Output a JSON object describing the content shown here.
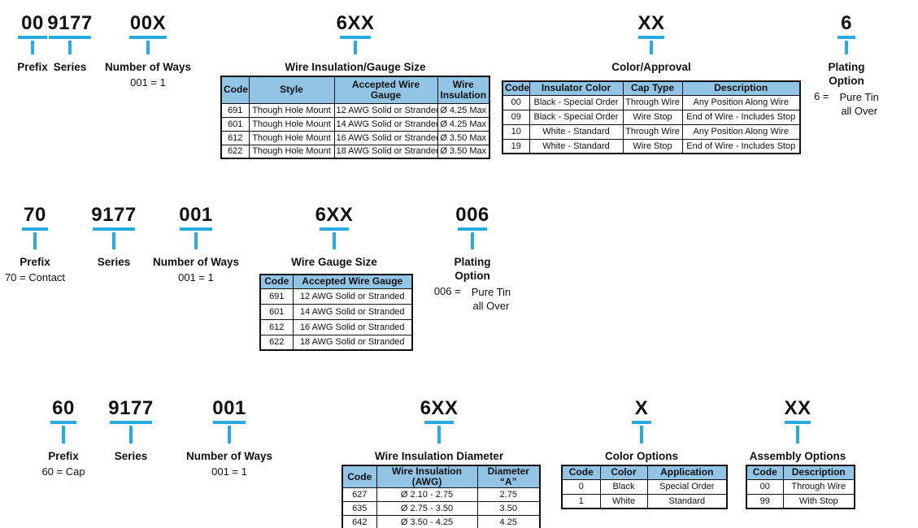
{
  "palette": {
    "accent_blue": "#29ABE2",
    "table_header_blue": "#92C4E6"
  },
  "part_rows": {
    "cap_assembly": {
      "prefix": {
        "code": "00",
        "label": "Prefix"
      },
      "series": {
        "code": "9177",
        "label": "Series"
      },
      "ways": {
        "code": "00X",
        "label": "Number of Ways",
        "sub": "001 = 1"
      },
      "insulation_gauge": {
        "code": "6XX",
        "label": "Wire Insulation/Gauge Size"
      },
      "color_approval": {
        "code": "XX",
        "label": "Color/Approval"
      },
      "plating": {
        "code": "6",
        "label": "Plating Option",
        "eq_key": "6 =",
        "eq_val1": "Pure Tin",
        "eq_val2": "all Over"
      }
    },
    "contact": {
      "prefix": {
        "code": "70",
        "label": "Prefix",
        "sub": "70 = Contact"
      },
      "series": {
        "code": "9177",
        "label": "Series"
      },
      "ways": {
        "code": "001",
        "label": "Number of Ways",
        "sub": "001 = 1"
      },
      "gauge": {
        "code": "6XX",
        "label": "Wire Gauge Size"
      },
      "plating": {
        "code": "006",
        "label": "Plating Option",
        "eq_key": "006 =",
        "eq_val1": "Pure Tin",
        "eq_val2": "all Over"
      }
    },
    "cap": {
      "prefix": {
        "code": "60",
        "label": "Prefix",
        "sub": "60 = Cap"
      },
      "series": {
        "code": "9177",
        "label": "Series"
      },
      "ways": {
        "code": "001",
        "label": "Number of Ways",
        "sub": "001 = 1"
      },
      "insulation_diameter": {
        "code": "6XX",
        "label": "Wire Insulation Diameter"
      },
      "color": {
        "code": "X",
        "label": "Color Options"
      },
      "assembly": {
        "code": "XX",
        "label": "Assembly Options"
      }
    }
  },
  "tables": {
    "insulation_gauge": {
      "headers": [
        "Code",
        "Style",
        "Accepted Wire Gauge",
        "Wire Insulation"
      ],
      "rows": [
        [
          "691",
          "Though Hole Mount",
          "12 AWG Solid or Stranded",
          "Ø 4.25 Max"
        ],
        [
          "601",
          "Though Hole Mount",
          "14 AWG Solid or Stranded",
          "Ø 4.25 Max"
        ],
        [
          "612",
          "Though Hole Mount",
          "16 AWG Solid or Stranded",
          "Ø 3.50 Max"
        ],
        [
          "622",
          "Though Hole Mount",
          "18 AWG Solid or Stranded",
          "Ø 3.50 Max"
        ]
      ]
    },
    "color_approval": {
      "headers": [
        "Code",
        "Insulator Color",
        "Cap Type",
        "Description"
      ],
      "rows": [
        [
          "00",
          "Black - Special Order",
          "Through Wire",
          "Any Position Along Wire"
        ],
        [
          "09",
          "Black - Special Order",
          "Wire Stop",
          "End of Wire - Includes Stop"
        ],
        [
          "10",
          "White - Standard",
          "Through Wire",
          "Any Position Along Wire"
        ],
        [
          "19",
          "White - Standard",
          "Wire Stop",
          "End of Wire - Includes Stop"
        ]
      ]
    },
    "wire_gauge": {
      "headers": [
        "Code",
        "Accepted Wire Gauge"
      ],
      "rows": [
        [
          "691",
          "12 AWG Solid or Stranded"
        ],
        [
          "601",
          "14 AWG Solid or Stranded"
        ],
        [
          "612",
          "16 AWG Solid or Stranded"
        ],
        [
          "622",
          "18 AWG Solid or Stranded"
        ]
      ]
    },
    "insulation_diameter": {
      "headers": [
        "Code",
        "Wire Insulation (AWG)",
        "Diameter “A”"
      ],
      "rows": [
        [
          "627",
          "Ø 2.10 - 2.75",
          "2.75"
        ],
        [
          "635",
          "Ø 2.75 - 3.50",
          "3.50"
        ],
        [
          "642",
          "Ø 3.50 - 4.25",
          "4.25"
        ]
      ]
    },
    "color_options": {
      "headers": [
        "Code",
        "Color",
        "Application"
      ],
      "rows": [
        [
          "0",
          "Black",
          "Special Order"
        ],
        [
          "1",
          "White",
          "Standard"
        ]
      ]
    },
    "assembly_options": {
      "headers": [
        "Code",
        "Description"
      ],
      "rows": [
        [
          "00",
          "Through Wire"
        ],
        [
          "99",
          "With Stop"
        ]
      ]
    }
  }
}
